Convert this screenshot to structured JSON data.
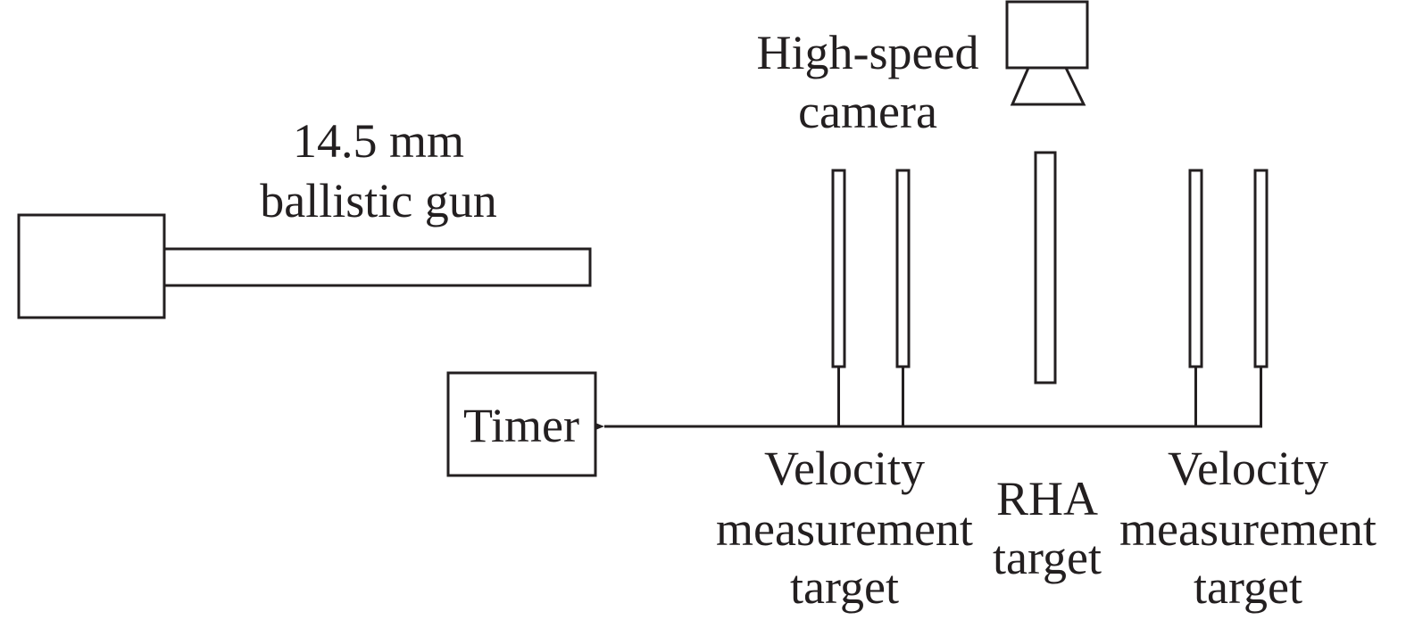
{
  "gun": {
    "line1": "14.5 mm",
    "line2": "ballistic gun"
  },
  "camera": {
    "line1": "High-speed",
    "line2": "camera"
  },
  "timer": {
    "label": "Timer"
  },
  "velocity_target_left": {
    "line1": "Velocity",
    "line2": "measurement",
    "line3": "target"
  },
  "rha_target": {
    "line1": "RHA",
    "line2": "target"
  },
  "velocity_target_right": {
    "line1": "Velocity",
    "line2": "measurement",
    "line3": "target"
  },
  "colors": {
    "ink": "#231f20",
    "background": "#ffffff"
  }
}
